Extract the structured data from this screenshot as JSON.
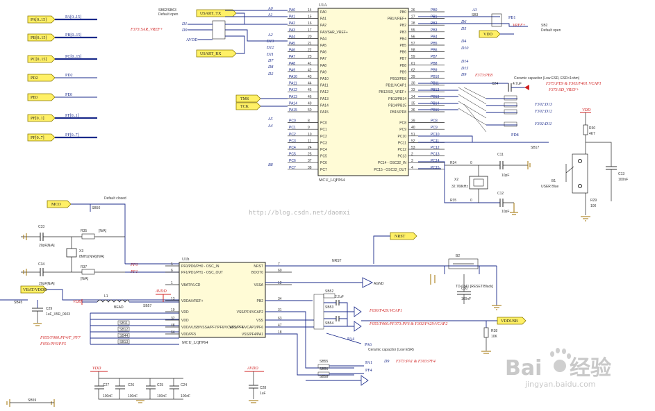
{
  "watermark": {
    "url": "http://blog.csdn.net/daomxi",
    "brand": "Bai",
    "brand2": "经验",
    "site": "jingyan.baidu.com"
  },
  "left_ports": [
    {
      "label": "PA[0..15]",
      "net": "PA[0..15]"
    },
    {
      "label": "PB[0..15]",
      "net": "PB[0..15]"
    },
    {
      "label": "PC[0..15]",
      "net": "PC[0..15]"
    },
    {
      "label": "PD2",
      "net": "PD2"
    },
    {
      "label": "PE0",
      "net": "PE0"
    },
    {
      "label": "PF[0..1]",
      "net": "PF[0..1]"
    },
    {
      "label": "PF[0..7]",
      "net": "PF[0..7]"
    }
  ],
  "u1a": {
    "ref": "U1A",
    "part": "MCU_LQFP64",
    "left_pins": [
      "PA0",
      "PA1",
      "PA2",
      "PA3/SAR_VREF+",
      "PA4",
      "PA5",
      "PA6",
      "PA7",
      "PA8",
      "PA9",
      "PA10",
      "PA11",
      "PA12",
      "PA13",
      "PA14",
      "PA15",
      "PC0",
      "PC1",
      "PC2",
      "PC3",
      "PC4",
      "PC5",
      "PC6",
      "PC7"
    ],
    "right_pins": [
      "PB0",
      "PB1/VREF+",
      "PB2",
      "PB3",
      "PB4",
      "PB5",
      "PB6",
      "PB7",
      "PB8",
      "PB9",
      "PB10/PE8",
      "PB11/VCAP1",
      "PB12/SD_VREF+",
      "PB13/PB14",
      "PB14/PB15",
      "PB15/PD8",
      "PC8",
      "PC9",
      "PC10",
      "PC11",
      "PC12",
      "PC13",
      "PC14 - OSC32_IN",
      "PC15 - OSC32_OUT"
    ],
    "left_nums": [
      "14",
      "15",
      "16",
      "17",
      "20",
      "21",
      "22",
      "23",
      "41",
      "42",
      "43",
      "44",
      "45",
      "46",
      "49",
      "50",
      "8",
      "9",
      "10",
      "11",
      "24",
      "25",
      "37",
      "38"
    ],
    "right_nums": [
      "26",
      "27",
      "28",
      "55",
      "56",
      "57",
      "58",
      "59",
      "61",
      "62",
      "29",
      "30",
      "33",
      "34",
      "35",
      "36",
      "39",
      "40",
      "51",
      "52",
      "53",
      "2",
      "3",
      "4"
    ]
  },
  "top_labels": {
    "sb62_note": "SB62/SB63",
    "default_open": "Default open",
    "uart_tx": "USART_TX",
    "uart_rx": "USART_RX",
    "avdd": "AVDD",
    "red_sar": "F373:SAR_VREF+",
    "a0": "A0",
    "a1": "A1",
    "d1": "D1",
    "d0": "D0",
    "a2": "A2",
    "d13": "D13",
    "d12": "D12",
    "d11": "D11",
    "d7": "D7",
    "d8": "D8",
    "d2": "D2",
    "a5": "A5",
    "a4": "A4",
    "b8": "B8"
  },
  "tms_tck": [
    "TMS",
    "TCK"
  ],
  "right_top": {
    "a3": "A3",
    "sb3": "SB3",
    "d6": "D6",
    "d5": "D5",
    "d4": "D4",
    "d10": "D10",
    "d14": "D14",
    "d15": "D15",
    "d9": "D9",
    "pb1": "PB1",
    "vref": "VREF+",
    "sb2": "SB2",
    "default_open": "Default open",
    "vdd_port": "VDD",
    "f373_pe8": "F373:PE8",
    "cap_note": "Ceramic capacitor (Low ESR, ESR<1ohm)",
    "c24": "C24",
    "c24_val": "4.7uF",
    "f373_pe9": "F373:PE9 & F303/F401:VCAP1",
    "f373_sd": "F373:SD_VREF+",
    "p302_d13": "F302:D13",
    "p302_d12": "F302:D12",
    "p302_d11": "F302:D11",
    "pd8": "PD8",
    "sb17": "SB17",
    "vdd2": "VDD",
    "r30": "R30",
    "r30_val": "4K7",
    "c11": "C11",
    "c11_val": "10pF",
    "x2": "X2",
    "x2_val": "32.768kHz",
    "c12": "C12",
    "c12_val": "10pF",
    "r34": "R34",
    "r35": "R35",
    "zero": "0",
    "b1": "B1",
    "b1_lbl": "USER Blue",
    "r29": "R29",
    "r29_val": "100",
    "c13": "C13",
    "c13_val": "100nF"
  },
  "osc": {
    "mco": "MCO",
    "sb50": "SB50",
    "default_closed": "Default closed",
    "c33": "C33",
    "c33_val": "20pF[N/A]",
    "r35": "R35",
    "r35_val": "[N/A]",
    "x3": "X3",
    "x3_val": "8MHz(N/A)[N/A]",
    "c34": "C34",
    "c34_val": "20pF[N/A]",
    "r37": "R37",
    "r37_val": "[N/A]",
    "pf0": "PF0",
    "pf1": "PF1",
    "vbat_port": "VBAT/VDDR",
    "sb45": "SB45",
    "c29": "C29",
    "c29_val": "1uF_X5R_0603",
    "vdd": "VDD",
    "l1": "L1",
    "l1_val": "BEAD",
    "sb57": "SB57",
    "avdd": "AVDD",
    "f055": "F055/F060:PF4/T_PF7",
    "f050": "F050:PF6/PF5",
    "sb11": "SB11",
    "sb12": "SB12",
    "sb44": "SB44",
    "sb13": "SB13"
  },
  "u1b": {
    "ref": "U1b",
    "part": "MCU_LQFP64",
    "left_pins": [
      "PF0/PD0/PH0 - OSC_IN",
      "PF1/PD1/PH1 - OSC_OUT",
      "VBAT/VLCD",
      "VDDA/VREF+",
      "VDD",
      "VDD",
      "VDD/VUSB/VSSA/PF7/PF6/VCAP1/PF6",
      "VDD/PF5"
    ],
    "right_pins": [
      "NRST",
      "BOOT0",
      "VSSA",
      "PB2",
      "VSS/PF4/VCAP2",
      "VSS",
      "VSS/PF4/VCAP1/PF6",
      "VSS/PF4/PA1"
    ],
    "left_nums": [
      "5",
      "6",
      "1",
      "13",
      "19",
      "32",
      "48",
      "64"
    ],
    "right_nums": [
      "7",
      "60",
      "12",
      "34",
      "31",
      "63",
      "47",
      "18"
    ]
  },
  "nrst": {
    "port": "NRST",
    "net": "NRST",
    "b2": "B2",
    "b2_lbl": "TD-0341 [RESET/Black]",
    "c30": "C30",
    "c30_val": "100nF",
    "agnd": "AGND"
  },
  "boot": {
    "sb52": "SB52",
    "c35_val": "2.2uF",
    "sb53": "SB53",
    "sb54": "SB54",
    "red1": "F030/F429:VCAP1",
    "red2": "F055/F060:PF373:PF6 & F302/F429:VCAP2",
    "vddusb": "VDDUSB",
    "r38": "R38",
    "r38_val": "10K",
    "pa4": "PA4",
    "pa6": "PA6",
    "cap_note": "Ceramic capacitor (Low ESR)",
    "sb55": "SB55",
    "sb56": "SB56",
    "sb58": "SB58",
    "pa1": "PA1",
    "pf4": "PF4",
    "d9": "D9",
    "red3": "F373:PA1 & F303:PF4"
  },
  "bottom": {
    "vdd": "VDD",
    "c27": "C27",
    "c26": "C26",
    "c25": "C25",
    "c24": "C24",
    "cap_val": "100nF",
    "avdd": "AVDD",
    "c28": "C28",
    "c28_val": "1uF",
    "sb59": "SB59"
  }
}
